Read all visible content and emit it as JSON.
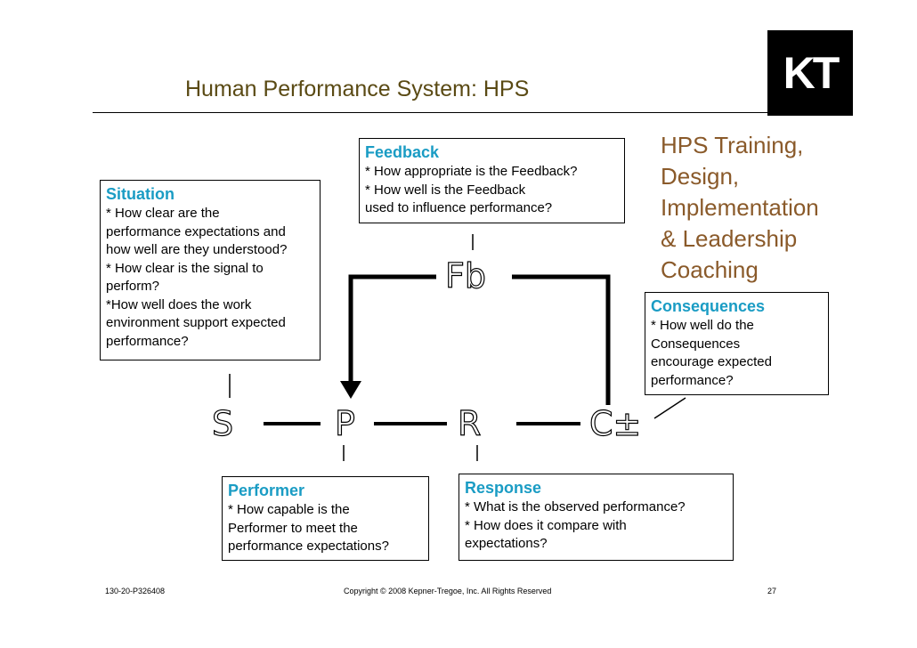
{
  "header": {
    "title": "Human Performance System: HPS",
    "logo": "KT"
  },
  "side_note": {
    "lines": [
      "HPS Training,",
      "Design,",
      "Implementation",
      "& Leadership",
      "Coaching"
    ]
  },
  "boxes": {
    "feedback": {
      "heading": "Feedback",
      "lines": [
        "* How appropriate is the Feedback?",
        "* How well is the Feedback",
        "used to influence performance?"
      ]
    },
    "situation": {
      "heading": "Situation",
      "lines": [
        "* How clear are the",
        "performance expectations and",
        "how well are they understood?",
        "* How clear is the signal to",
        "perform?",
        "*How well does the work",
        "environment support expected",
        "performance?"
      ]
    },
    "consequences": {
      "heading": "Consequences",
      "lines": [
        "* How well do the",
        "Consequences",
        "encourage expected",
        "performance?"
      ]
    },
    "performer": {
      "heading": "Performer",
      "lines": [
        "* How capable is the",
        "Performer to meet the",
        "performance expectations?"
      ]
    },
    "response": {
      "heading": "Response",
      "lines": [
        "* What is the observed performance?",
        "* How does it compare with",
        "expectations?"
      ]
    }
  },
  "nodes": {
    "s": "S",
    "p": "P",
    "r": "R",
    "c": "C±",
    "fb": "Fb"
  },
  "footer": {
    "code": "130-20-P326408",
    "copyright": "Copyright © 2008 Kepner-Tregoe, Inc. All Rights Reserved",
    "page": "27"
  }
}
